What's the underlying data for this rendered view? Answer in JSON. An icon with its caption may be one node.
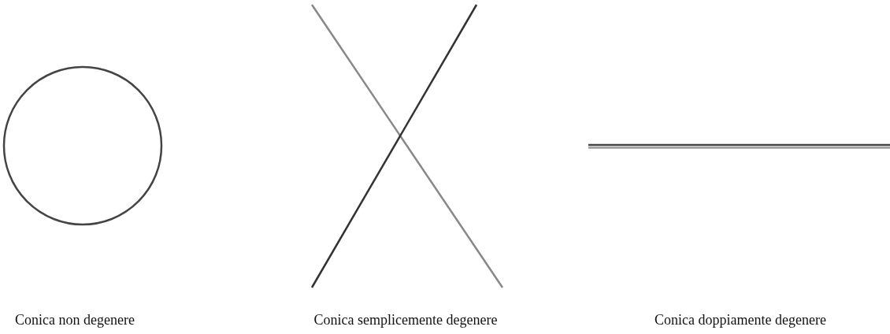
{
  "diagram": {
    "labels": [
      "Conica non degenere",
      "Conica semplicemente degenere",
      "Conica doppiamente degenere"
    ]
  }
}
